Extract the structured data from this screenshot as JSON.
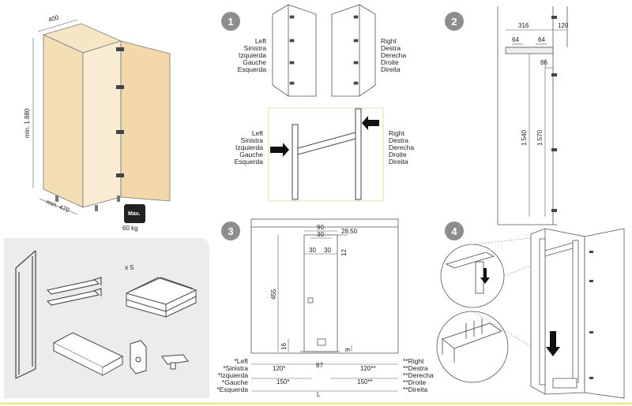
{
  "panel_cabinet": {
    "width_dim": "400",
    "height_dim": "min. 1.880",
    "depth_dim": "min. 470",
    "weight_badge": "Max.",
    "weight_value": "60 kg"
  },
  "parts_panel": {
    "quantity_label": "x 5"
  },
  "steps": {
    "step1": "1",
    "step2": "2",
    "step3": "3",
    "step4": "4"
  },
  "orientation_left": [
    "Left",
    "Sinistra",
    "Izquierda",
    "Gauche",
    "Esquerda"
  ],
  "orientation_right": [
    "Right",
    "Destra",
    "Derecha",
    "Droite",
    "Direita"
  ],
  "step2_dims": {
    "d316": "316",
    "d120": "120",
    "d64a": "64",
    "d64b": "64",
    "d86": "86",
    "d1540": "1.540",
    "d1570": "1.570"
  },
  "step3_dims": {
    "d90": "90",
    "d30a": "30",
    "d28": "28,50",
    "d30b": "30",
    "d30c": "30",
    "d12": "12",
    "d455": "455",
    "d16": "16",
    "d9": "9",
    "d120l": "120*",
    "d87": "87",
    "d120r": "120**",
    "d150l": "150*",
    "d150r": "150**",
    "dL": "L"
  },
  "step3_left_notes": [
    "*Left",
    "*Sinistra",
    "*Izquierda",
    "*Gauche",
    "*Esquerda"
  ],
  "step3_right_notes": [
    "**Right",
    "**Destra",
    "**Derecha",
    "**Droite",
    "**Direita"
  ]
}
